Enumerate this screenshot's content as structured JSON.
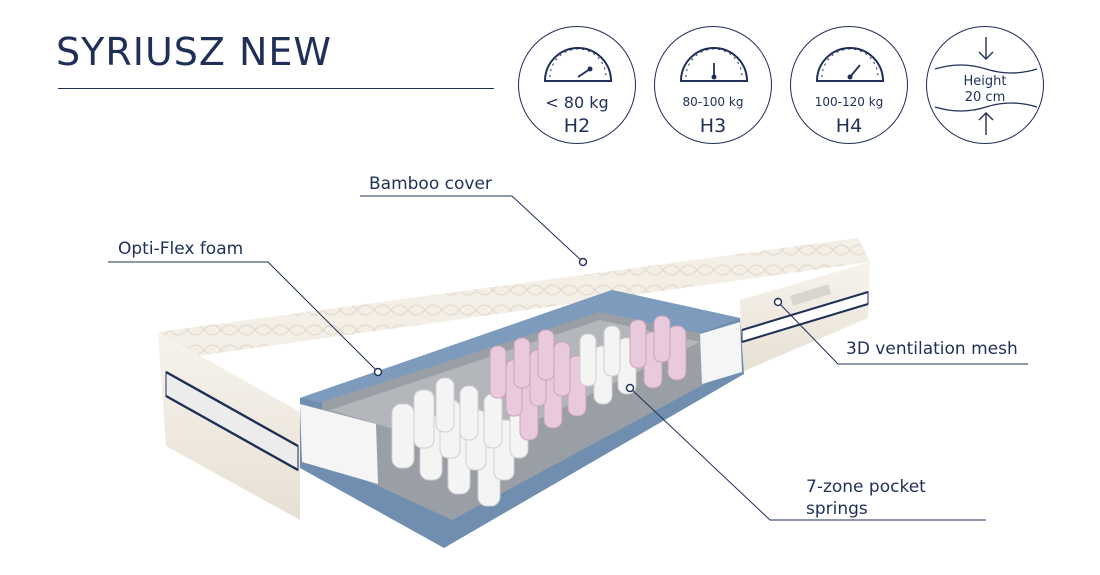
{
  "title": "SYRIUSZ NEW",
  "badges": [
    {
      "weight": "< 80 kg",
      "level": "H2",
      "needle": "low"
    },
    {
      "weight": "80-100 kg",
      "level": "H3",
      "needle": "mid"
    },
    {
      "weight": "100-120 kg",
      "level": "H4",
      "needle": "high"
    }
  ],
  "height_badge": {
    "line1": "Height",
    "line2": "20 cm"
  },
  "callouts": {
    "bamboo": "Bamboo cover",
    "optiflex": "Opti-Flex foam",
    "mesh": "3D ventilation mesh",
    "springs_line1": "7-zone pocket",
    "springs_line2": "springs"
  },
  "colors": {
    "navy": "#1f2f57",
    "cover": "#f4efe6",
    "foam_blue": "#6f8eb0",
    "spring_white": "#f2f2f2",
    "spring_pink": "#e9c9dc"
  }
}
